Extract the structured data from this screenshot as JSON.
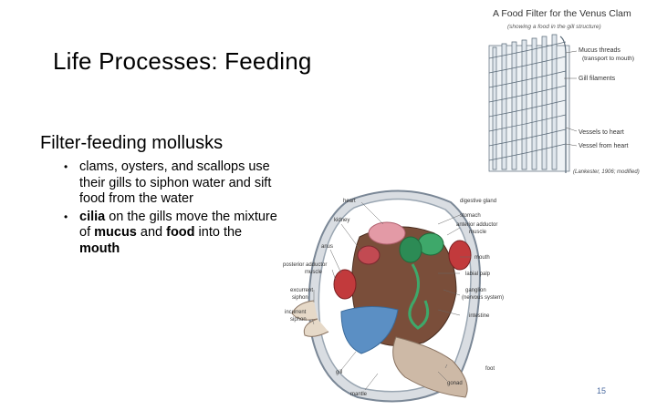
{
  "slide": {
    "title": "Life Processes: Feeding",
    "subtitle": "Filter-feeding mollusks",
    "bullets": [
      {
        "parts": [
          {
            "text": "clams, oysters, and scallops use their gills to siphon water and sift food from the water",
            "bold": false
          }
        ]
      },
      {
        "parts": [
          {
            "text": "cilia",
            "bold": true
          },
          {
            "text": " on the gills move the mixture of ",
            "bold": false
          },
          {
            "text": "mucus",
            "bold": true
          },
          {
            "text": " and ",
            "bold": false
          },
          {
            "text": "food",
            "bold": true
          },
          {
            "text": " into the ",
            "bold": false
          },
          {
            "text": "mouth",
            "bold": true
          }
        ]
      }
    ],
    "page_number": "15"
  },
  "gill_figure": {
    "title": "A Food Filter for the Venus Clam",
    "caption": "(showing a food in the gill structure)",
    "labels": {
      "mucus": "Mucus threads",
      "mucus_sub": "(transport to mouth)",
      "filaments": "Gill filaments",
      "vessel_to": "Vessels to heart",
      "vessel_from": "Vessel from heart",
      "credit": "(Lankester, 1906; modified)"
    }
  },
  "clam_figure": {
    "labels": {
      "heart": "heart",
      "kidney": "kidney",
      "anus": "anus",
      "posterior_adductor": "posterior adductor",
      "posterior_adductor_2": "muscle",
      "excurrent": "excurrent",
      "excurrent_2": "siphon",
      "incurrent": "incurrent",
      "incurrent_2": "siphon",
      "gill": "gill",
      "mantle": "mantle",
      "gonad": "gonad",
      "foot": "foot",
      "intestine": "intestine",
      "ganglion": "ganglion",
      "ganglion_2": "(nervous system)",
      "labial_palp": "labial palp",
      "mouth": "mouth",
      "anterior_adductor": "anterior adductor",
      "anterior_adductor_2": "muscle",
      "stomach": "stomach",
      "digestive_gland": "digestive gland"
    }
  }
}
